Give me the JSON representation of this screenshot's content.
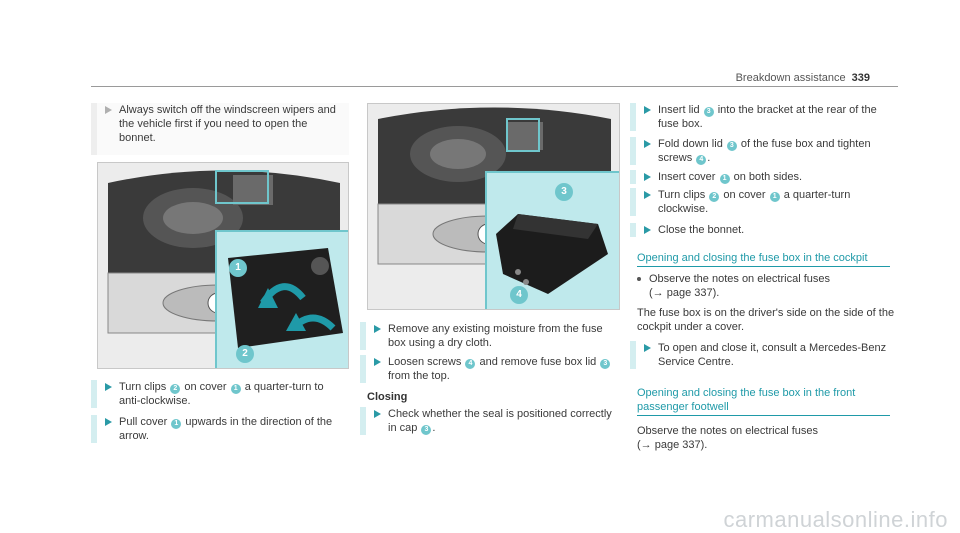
{
  "header": {
    "section": "Breakdown assistance",
    "page": "339"
  },
  "col1": {
    "note": "Always switch off the windscreen wipers and the vehicle first if you need to open the bonnet.",
    "step1": {
      "a": "Turn clips ",
      "n1": "2",
      "b": " on cover ",
      "n2": "1",
      "c": " a quarter-turn to anti-clockwise."
    },
    "step2": {
      "a": "Pull cover ",
      "n1": "1",
      "b": " upwards in the direction of the arrow."
    },
    "figure_callouts": [
      "1",
      "2"
    ]
  },
  "col2": {
    "step1": "Remove any existing moisture from the fuse box using a dry cloth.",
    "step2": {
      "a": "Loosen screws ",
      "n1": "4",
      "b": " and remove fuse box lid ",
      "n2": "3",
      "c": " from the top."
    },
    "closing_heading": "Closing",
    "step3": {
      "a": "Check whether the seal is positioned correctly in cap ",
      "n1": "3",
      "b": "."
    },
    "figure_callouts": [
      "3",
      "4"
    ]
  },
  "col3": {
    "step1": {
      "a": "Insert lid ",
      "n1": "3",
      "b": " into the bracket at the rear of the fuse box."
    },
    "step2": {
      "a": "Fold down lid ",
      "n1": "3",
      "b": " of the fuse box and tighten screws ",
      "n2": "4",
      "c": "."
    },
    "step3": {
      "a": "Insert cover ",
      "n1": "1",
      "b": " on both sides."
    },
    "step4": {
      "a": "Turn clips ",
      "n1": "2",
      "b": " on cover ",
      "n2": "1",
      "c": " a quarter-turn clockwise."
    },
    "step5": "Close the bonnet.",
    "heading1": "Opening and closing the fuse box in the cockpit",
    "bullet1": "Observe the notes on electrical fuses",
    "bullet1_ref": "(→ page 337).",
    "para1": "The fuse box is on the driver's side on the side of the cockpit under a cover.",
    "step6": "To open and close it, consult a Mercedes-Benz Service Centre.",
    "heading2_l1": "Opening and closing the fuse box in the front",
    "heading2_l2": "passenger footwell",
    "para2": "Observe the notes on electrical fuses",
    "para2_ref": "(→ page 337)."
  },
  "watermark": "carmanualsonline.info",
  "colors": {
    "accent": "#1f9aa8",
    "callout": "#6fc6cc",
    "inset": "#bfe9ec"
  }
}
